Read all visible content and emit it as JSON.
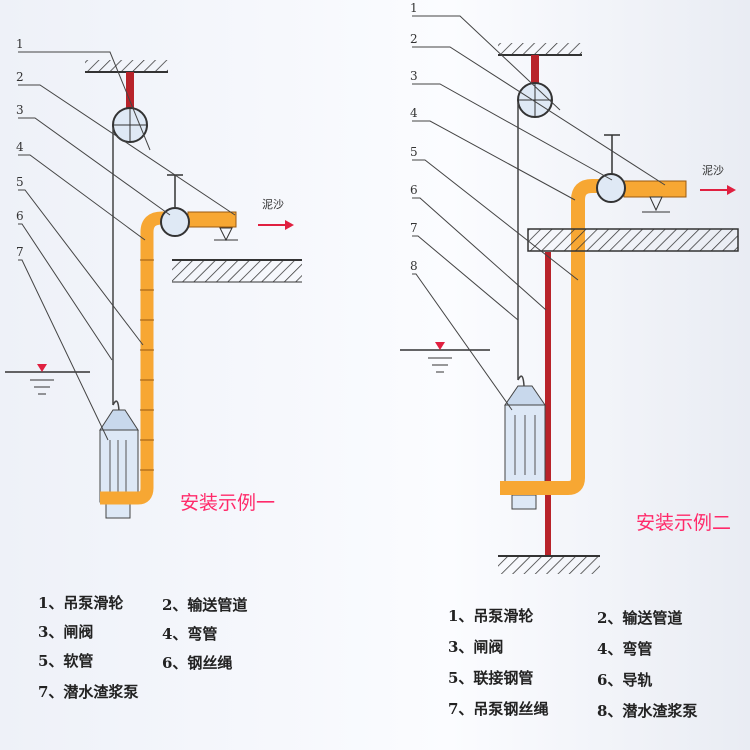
{
  "diagram1": {
    "title": "安装示例一",
    "flow_label": "泥沙",
    "callouts": [
      "1",
      "2",
      "3",
      "4",
      "5",
      "6",
      "7"
    ],
    "legend": [
      "1、吊泵滑轮",
      "2、输送管道",
      "3、闸阀",
      "4、弯管",
      "5、软管",
      "6、钢丝绳",
      "7、潜水渣浆泵"
    ]
  },
  "diagram2": {
    "title": "安装示例二",
    "flow_label": "泥沙",
    "callouts": [
      "1",
      "2",
      "3",
      "4",
      "5",
      "6",
      "7",
      "8"
    ],
    "legend": [
      "1、吊泵滑轮",
      "2、输送管道",
      "3、闸阀",
      "4、弯管",
      "5、联接钢管",
      "6、导轨",
      "7、吊泵钢丝绳",
      "8、潜水渣浆泵"
    ]
  },
  "colors": {
    "pipe": "#f7a733",
    "rail": "#b8232a",
    "accent": "#ff2a6a"
  }
}
